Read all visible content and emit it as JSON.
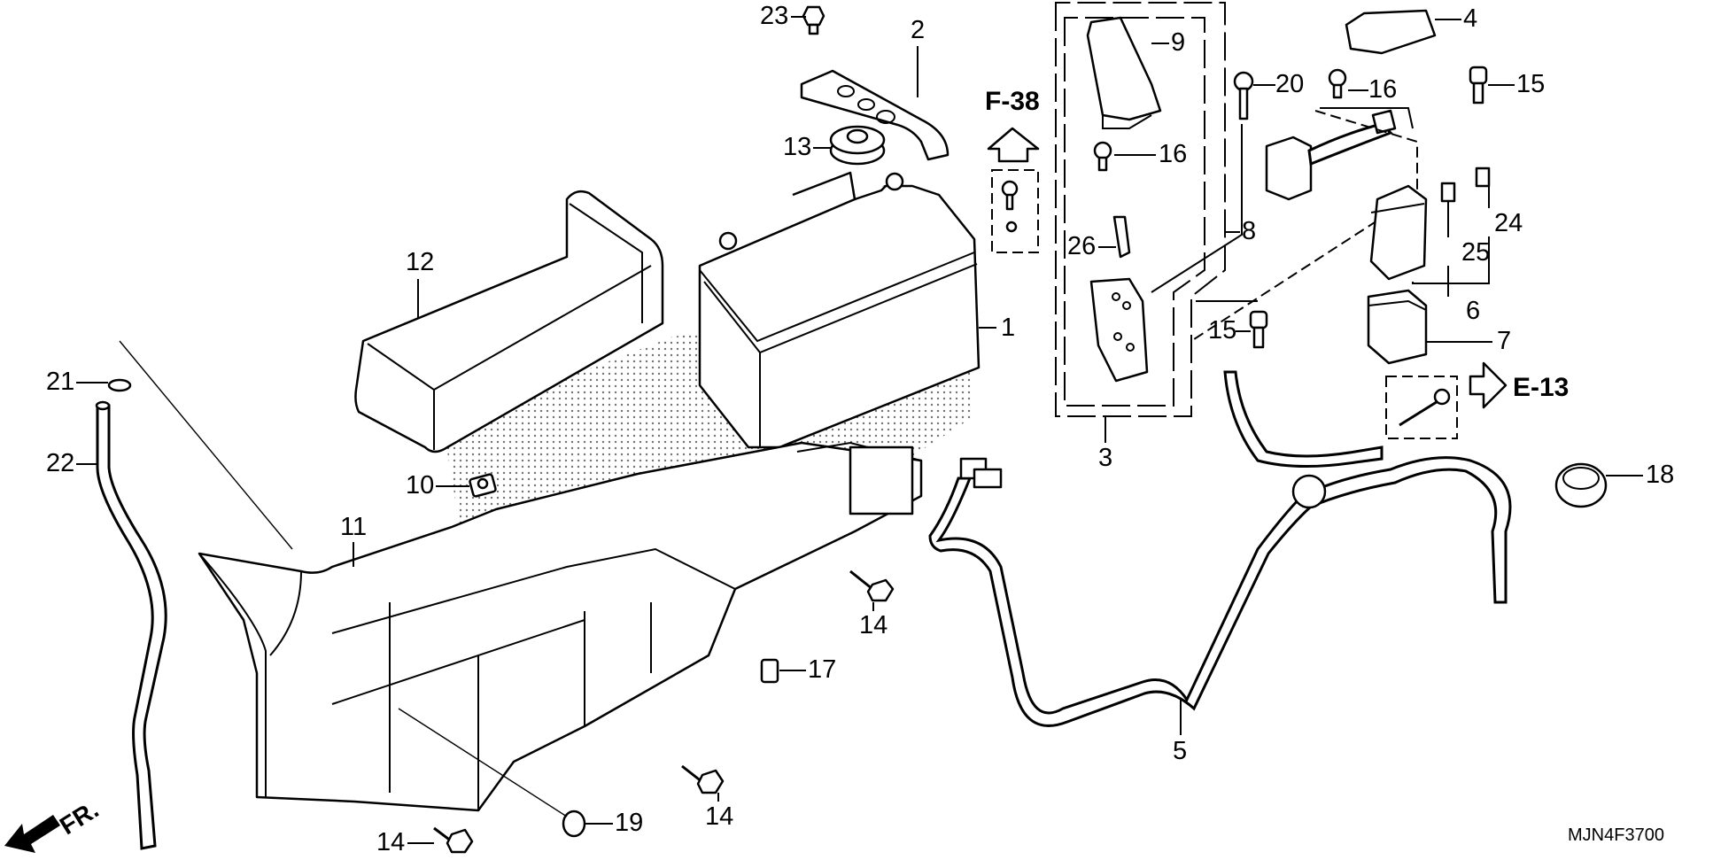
{
  "diagram": {
    "title_code": "MJN4F3700",
    "direction_label": "FR.",
    "references": [
      {
        "id": "ref-f38",
        "text": "F-38",
        "direction": "up"
      },
      {
        "id": "ref-e13",
        "text": "E-13",
        "direction": "right"
      }
    ],
    "callouts": [
      {
        "num": "1",
        "part": "battery"
      },
      {
        "num": "2",
        "part": "battery-holder-band"
      },
      {
        "num": "3",
        "part": "fuse-box-assembly"
      },
      {
        "num": "4",
        "part": "terminal-cover"
      },
      {
        "num": "5",
        "part": "wire-harness"
      },
      {
        "num": "6",
        "part": "starter-relay"
      },
      {
        "num": "7",
        "part": "relay-cover"
      },
      {
        "num": "8",
        "part": "starter-cable"
      },
      {
        "num": "9",
        "part": "fuse-box-cover"
      },
      {
        "num": "10",
        "part": "clip-nut"
      },
      {
        "num": "11",
        "part": "battery-box"
      },
      {
        "num": "12",
        "part": "battery-cover-pad"
      },
      {
        "num": "13",
        "part": "rubber-cushion"
      },
      {
        "num": "14",
        "part": "flange-bolt"
      },
      {
        "num": "14",
        "part": "flange-bolt"
      },
      {
        "num": "14",
        "part": "flange-bolt"
      },
      {
        "num": "15",
        "part": "screw-washer"
      },
      {
        "num": "15",
        "part": "screw-washer"
      },
      {
        "num": "16",
        "part": "screw-washer"
      },
      {
        "num": "16",
        "part": "screw-washer"
      },
      {
        "num": "17",
        "part": "clip-nut"
      },
      {
        "num": "18",
        "part": "band-clamp"
      },
      {
        "num": "19",
        "part": "collar-nut"
      },
      {
        "num": "20",
        "part": "bolt-washer"
      },
      {
        "num": "21",
        "part": "hose-clip"
      },
      {
        "num": "22",
        "part": "breather-tube"
      },
      {
        "num": "23",
        "part": "bolt"
      },
      {
        "num": "24",
        "part": "mini-fuse"
      },
      {
        "num": "25",
        "part": "mini-fuse"
      },
      {
        "num": "26",
        "part": "fuse-link"
      }
    ]
  }
}
